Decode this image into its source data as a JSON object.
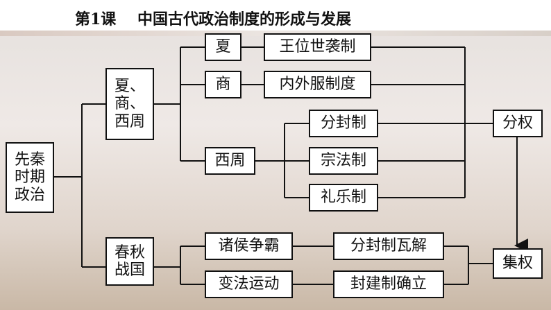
{
  "title": "第1课    中国古代政治制度的形成与发展",
  "nodes": {
    "xianqin": "先秦\n时期\n政治",
    "xsx": "夏、\n商、\n西周",
    "cqzg": "春秋\n战国",
    "xia": "夏",
    "shang": "商",
    "xizhou": "西周",
    "wangwei": "王位世袭制",
    "neiwai": "内外服制度",
    "fenfeng": "分封制",
    "zongfa": "宗法制",
    "liyue": "礼乐制",
    "zhuhou": "诸侯争霸",
    "bianfa": "变法运动",
    "fenfeng_wajie": "分封制瓦解",
    "fengjian": "封建制确立",
    "fenquan": "分权",
    "jiquan": "集权"
  },
  "colors": {
    "line": "#111111",
    "box_border": "#111111",
    "box_fill": "#ffffff"
  }
}
